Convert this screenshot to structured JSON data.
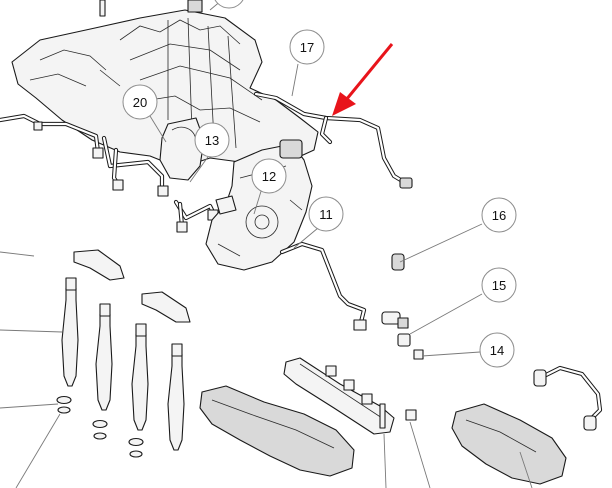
{
  "callouts": [
    {
      "id": "17",
      "label": "17"
    },
    {
      "id": "20",
      "label": "20"
    },
    {
      "id": "13",
      "label": "13"
    },
    {
      "id": "12",
      "label": "12"
    },
    {
      "id": "11",
      "label": "11"
    },
    {
      "id": "16",
      "label": "16"
    },
    {
      "id": "15",
      "label": "15"
    },
    {
      "id": "14",
      "label": "14"
    }
  ],
  "highlight": {
    "color": "#e8141b",
    "target": "fuel-return-pipe"
  }
}
